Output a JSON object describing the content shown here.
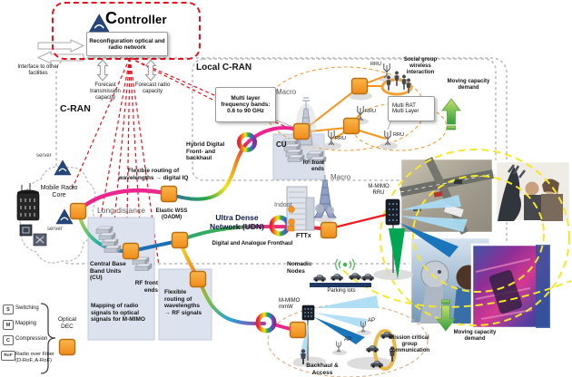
{
  "controller": {
    "title_first": "C",
    "title_rest": "ontroller",
    "box_label": "Reconfiguration optical and radio network",
    "interface_label": "Interface to other facilities"
  },
  "cran": {
    "label": "C-RAN",
    "forecast_transmission": "Forecast transmission capacity",
    "forecast_radio": "Forecast radio capacity"
  },
  "local_cran": {
    "label": "Local C-RAN",
    "freq_box": "Multi layer frequency bands: 0.6 to 90 GHz",
    "macro": "Macro",
    "rru": "RRU",
    "cu": "CU",
    "rf_front_ends": "RF front ends",
    "hybrid": "Hybrid Digital Front- and backhaul",
    "social": "Social group wireless interaction",
    "multi_rat_line1": "Multi RAT",
    "multi_rat_line2": "Multi Layer",
    "moving_capacity": "Moving capacity demand"
  },
  "core": {
    "server": "server",
    "name": "Mobile Radio Core"
  },
  "long_distance": {
    "label": "Long distance",
    "flexible_iq": "Flexible routing of wavelengths → digital IQ",
    "elastic_wss": "Elastic WSS (OADM)",
    "cbb": "Central Base Band Units (CU)",
    "rf_front_ends": "RF front ends",
    "mapping_note": "Mapping of radio signals to optical signals for M-MIMO",
    "flexible_rf": "Flexible routing of wavelengths → RF signals"
  },
  "udn": {
    "title": "Ultra Dense Network (UDN)",
    "fronthaul": "Digital and Analogue Fronthaul",
    "indoor": "Indoor",
    "macro": "Macro",
    "mmimo_line1": "M-MIMO",
    "mmimo_line2": "RRU",
    "fttx": "FTTx",
    "nomadic": "Nomadic Nodes",
    "parking": "Parking lots"
  },
  "access": {
    "mmw_line1": "M-MIMO",
    "mmw_line2": "mmW",
    "ap": "AP",
    "backhaul": "Backhaul & Access",
    "mission": "Mission critical group communication",
    "moving_capacity": "Moving capacity demand"
  },
  "legend": {
    "items": [
      {
        "key": "S",
        "label": "Switching"
      },
      {
        "key": "M",
        "label": "Mapping"
      },
      {
        "key": "C",
        "label": "Compression"
      },
      {
        "key": "RoF",
        "label": "Radio over Fiber (D-RoF, A-RoF)"
      }
    ],
    "optical_dec": "Optical DEC"
  },
  "colors": {
    "node_orange": "#F59B24",
    "node_border": "#B86F12",
    "magenta": "#EC268F",
    "red_dashed": "#E8101D",
    "yellow_dashed": "#F5E829",
    "green_arrow": "#3F9E3C",
    "panel_blue": "#DDE3EE",
    "beam_light": "#AADCF5",
    "beam_dark": "#1B75BB",
    "beam_green": "#00A651",
    "orange_link": "#F7941D"
  }
}
